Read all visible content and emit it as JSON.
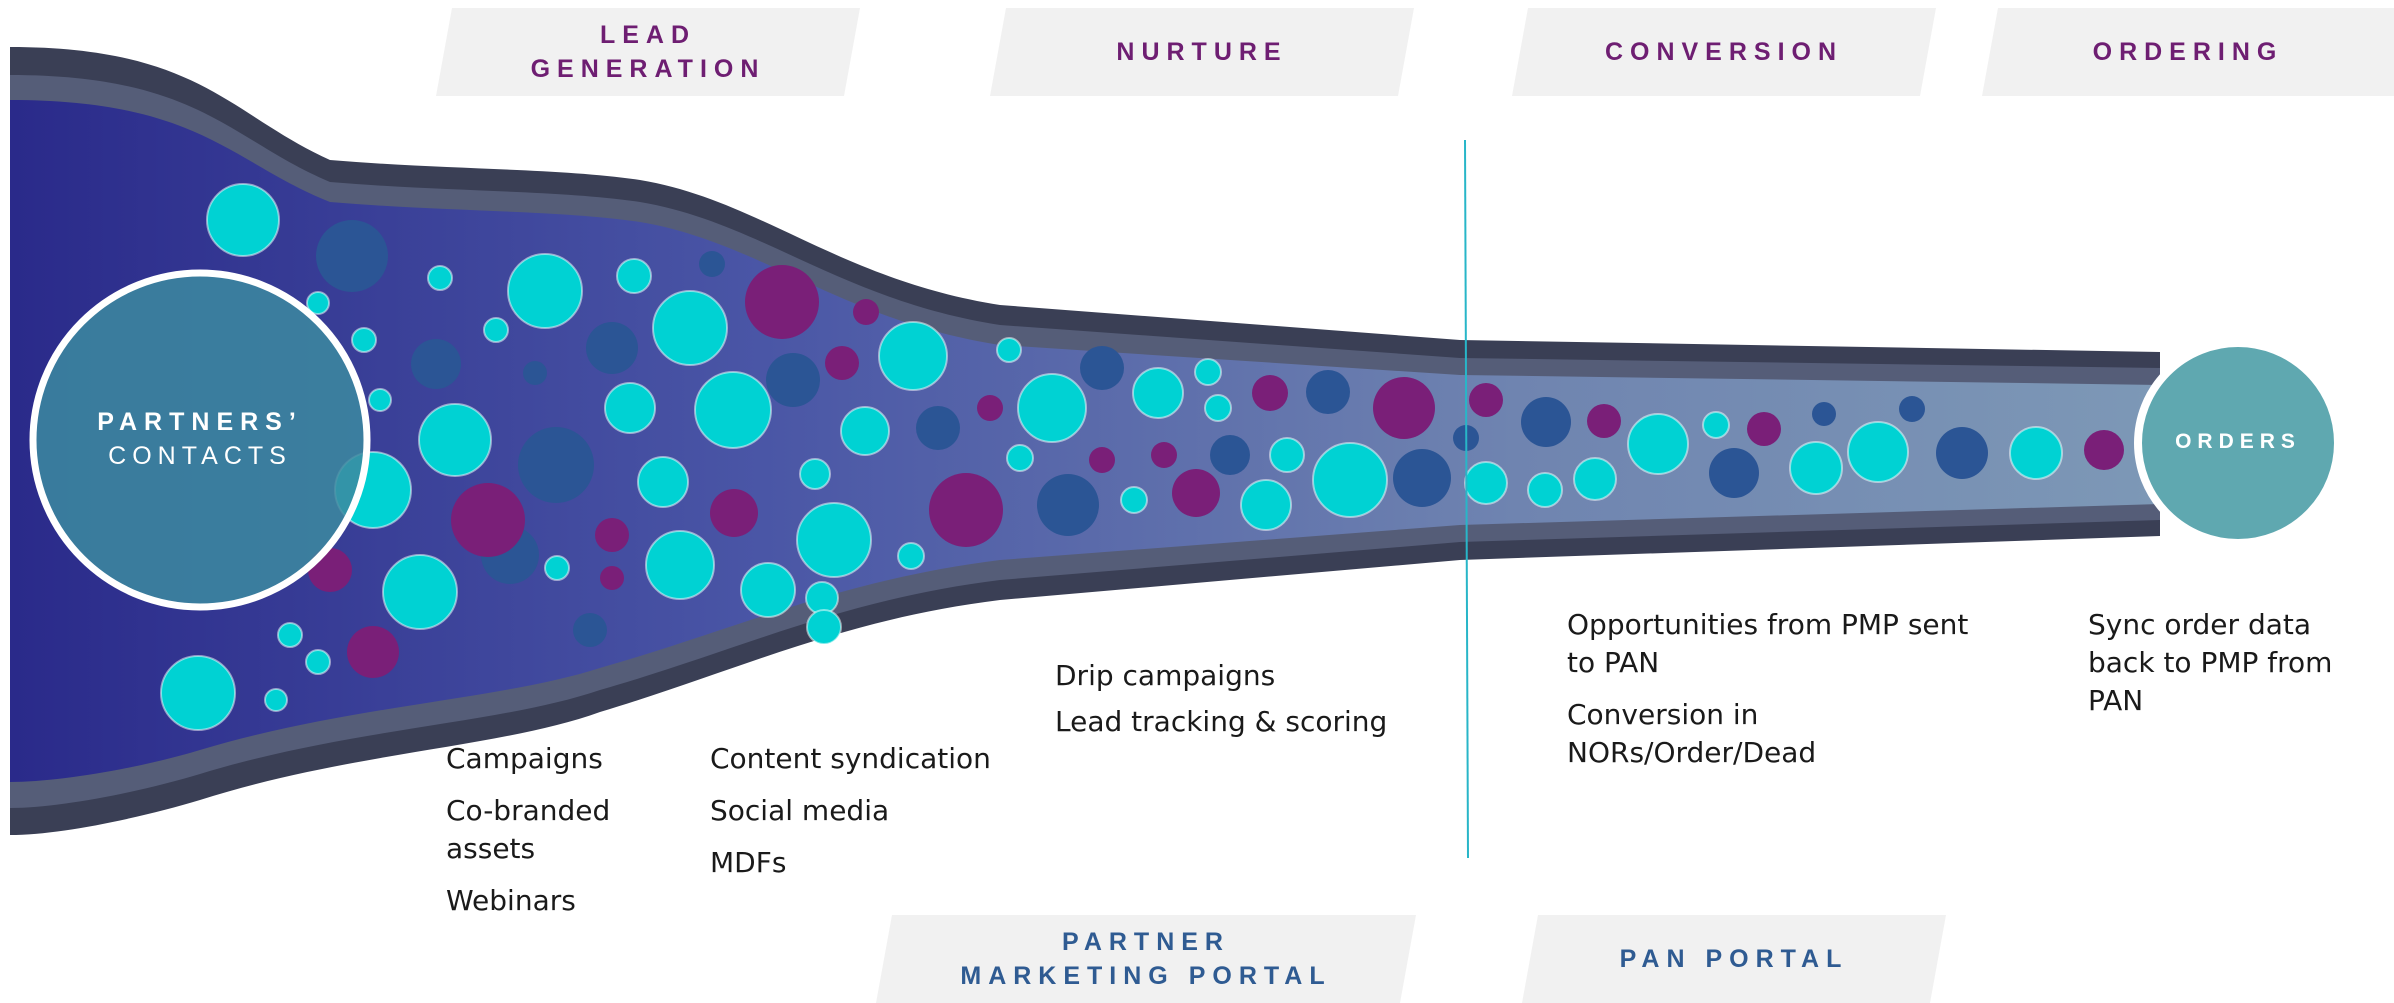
{
  "stages": {
    "lead_generation": [
      "LEAD",
      "GENERATION"
    ],
    "nurture": "NURTURE",
    "conversion": "CONVERSION",
    "ordering": "ORDERING"
  },
  "portals": {
    "partner_marketing": [
      "PARTNER",
      "MARKETING PORTAL"
    ],
    "pan": "PAN PORTAL"
  },
  "circles": {
    "contacts": [
      "PARTNERS’",
      "CONTACTS"
    ],
    "orders": "ORDERS"
  },
  "notes": {
    "lead_gen_col1": [
      "Campaigns",
      "Co-branded assets",
      "Webinars"
    ],
    "lead_gen_col2": [
      "Content syndication",
      "Social media",
      "MDFs"
    ],
    "nurture": [
      "Drip campaigns",
      "Lead tracking & scoring"
    ],
    "conversion": [
      "Opportunities from PMP sent to PAN",
      "Conversion in NORs/Order/Dead"
    ],
    "ordering": [
      "Sync order data back to PMP from PAN"
    ]
  },
  "colors": {
    "funnel_dark": "#2a2a8a",
    "funnel_light": "#7d96b4",
    "funnel_rim": "#3a3f55",
    "cyan": "#00d2d3",
    "navy_bubble": "#2b5595",
    "purple_bubble": "#7a1f78",
    "teal_circle": "#3c8aa0",
    "orders_circle": "#5fa8b0",
    "divider": "#28b6c8",
    "banner_bg": "#f1f1f1",
    "stage_text": "#6e1e72",
    "portal_text": "#2f5b92"
  }
}
